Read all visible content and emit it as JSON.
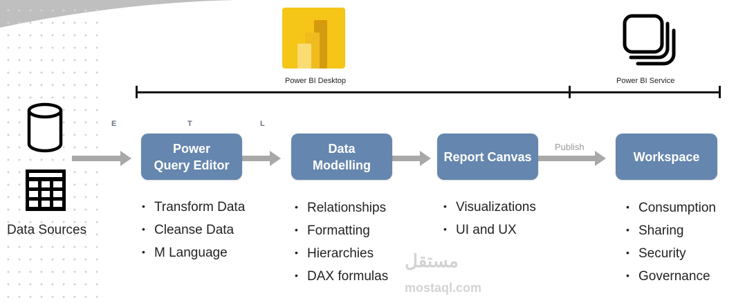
{
  "colors": {
    "box": "#6586ae",
    "arrow": "#a8a8a8",
    "etl_letters": "#6b7285",
    "logo_yellow": "#f2c811"
  },
  "header": {
    "desktop_logo_icon": "power-bi-desktop-logo",
    "service_icon": "stacked-windows-icon",
    "desktop_label": "Power BI Desktop",
    "service_label": "Power BI Service"
  },
  "sources": {
    "database_icon": "database-cylinder-icon",
    "table_icon": "table-grid-icon",
    "label": "Data Sources"
  },
  "etl": {
    "e": "E",
    "t": "T",
    "l": "L"
  },
  "publish_label": "Publish",
  "stages": [
    {
      "title_line1": "Power",
      "title_line2": "Query Editor",
      "bullets": [
        "Transform Data",
        "Cleanse Data",
        "M Language"
      ]
    },
    {
      "title_line1": "Data",
      "title_line2": "Modelling",
      "bullets": [
        "Relationships",
        "Formatting",
        "Hierarchies",
        "DAX formulas"
      ]
    },
    {
      "title_line1": "Report Canvas",
      "bullets": [
        "Visualizations",
        "UI and UX"
      ]
    },
    {
      "title_line1": "Workspace",
      "bullets": [
        "Consumption",
        "Sharing",
        "Security",
        "Governance"
      ]
    }
  ],
  "watermark": {
    "arabic": "مستقل",
    "latin": "mostaql.com"
  }
}
